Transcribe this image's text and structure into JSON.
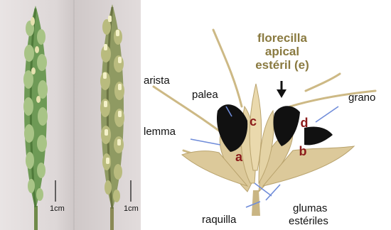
{
  "photos": {
    "left_scale_label": "1cm",
    "right_scale_label": "1cm"
  },
  "diagram": {
    "title_lines": [
      "florecilla",
      "apical",
      "estéril (e)"
    ],
    "labels": {
      "arista": "arista",
      "palea": "palea",
      "lemma": "lemma",
      "grano": "grano",
      "raquilla": "raquilla",
      "glumas": "glumas",
      "esteriles": "estériles"
    },
    "letters": [
      "a",
      "b",
      "c",
      "d"
    ],
    "colors": {
      "title": "#8a7a40",
      "letters": "#8b1a1a",
      "leader_lines": "#6f8cd9",
      "spikelet": "#d9c89a",
      "grain": "#111111"
    }
  }
}
